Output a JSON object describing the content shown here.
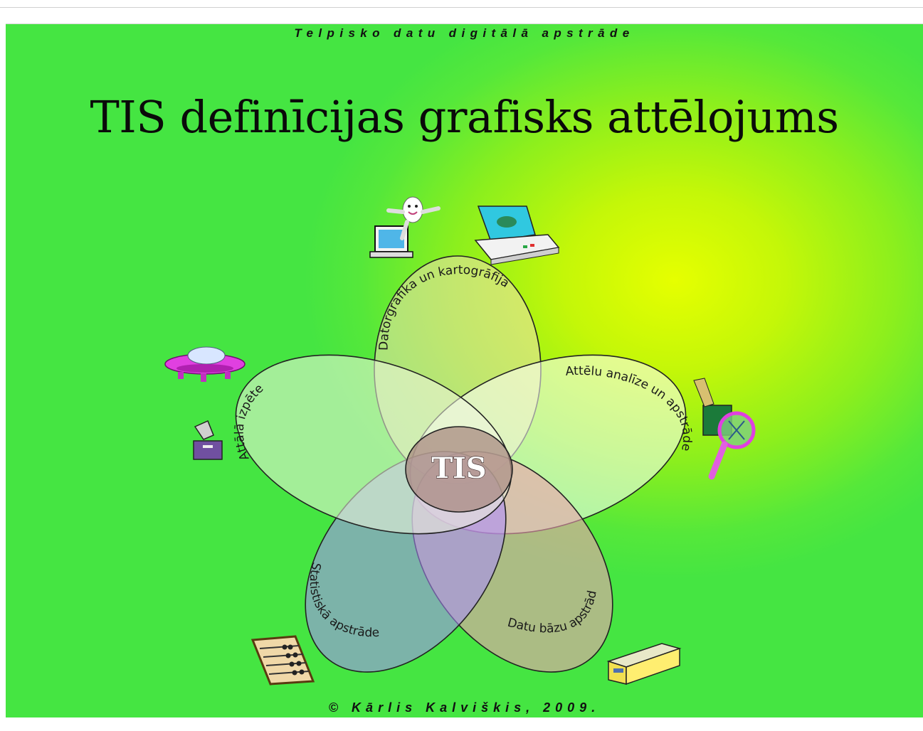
{
  "header": {
    "subtitle": "Telpisko datu digitālā apstrāde"
  },
  "title": "TIS definīcijas grafisks attēlojums",
  "diagram": {
    "center": "TIS",
    "petals": [
      {
        "label": "Datorgrafika un kartogrāfija",
        "color": "#f0e0b0"
      },
      {
        "label": "Attēlu analīze un apstrāde",
        "color": "#ffffff"
      },
      {
        "label": "Datu bāzu apstrāde",
        "color": "#f0aab0"
      },
      {
        "label": "Statistiskā apstrāde",
        "color": "#a98bff"
      },
      {
        "label": "Attālā izpēte",
        "color": "#e8f0cf"
      }
    ],
    "icons": [
      "computer-ghost-icon",
      "plotter-icon",
      "ufo-icon",
      "microscope-icon",
      "magnifier-icon",
      "abacus-icon",
      "filebox-icon"
    ]
  },
  "footer": {
    "copyright": "© Kārlis Kalviškis, 2009."
  }
}
